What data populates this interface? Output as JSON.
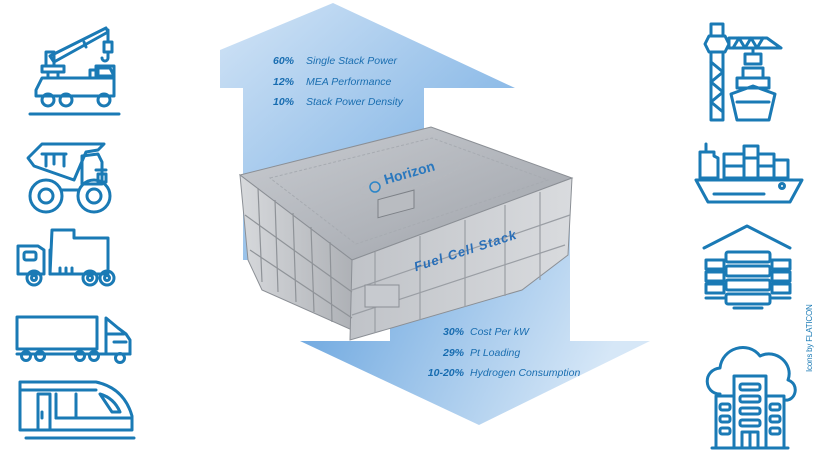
{
  "colors": {
    "icon": "#1a7ab5",
    "arrow_dark": "#6aa6e0",
    "arrow_light": "#d2e4f6",
    "metric_text": "#1a6eb0"
  },
  "product": {
    "brand": "Horizon",
    "label": "Fuel Cell Stack"
  },
  "up_arrow": {
    "direction": "increase",
    "metrics": [
      {
        "value": "60%",
        "label": "Single Stack Power"
      },
      {
        "value": "12%",
        "label": "MEA Performance"
      },
      {
        "value": "10%",
        "label": "Stack Power Density"
      }
    ]
  },
  "down_arrow": {
    "direction": "decrease",
    "metrics": [
      {
        "value": "30%",
        "label": "Cost Per kW"
      },
      {
        "value": "29%",
        "label": "Pt Loading"
      },
      {
        "value": "10-20%",
        "label": "Hydrogen Consumption"
      }
    ]
  },
  "left_icons": [
    {
      "name": "crane-truck"
    },
    {
      "name": "mining-dump-truck"
    },
    {
      "name": "dump-truck"
    },
    {
      "name": "semi-truck"
    },
    {
      "name": "high-speed-train"
    }
  ],
  "right_icons": [
    {
      "name": "port-crane-ship"
    },
    {
      "name": "cargo-ship"
    },
    {
      "name": "data-center"
    },
    {
      "name": "cloud-building"
    }
  ],
  "credit": "Icons by FLATICON"
}
